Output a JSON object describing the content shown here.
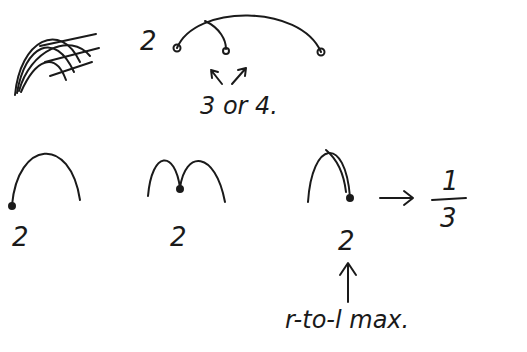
{
  "diagram": {
    "labels": [
      "2",
      "3 or 4.",
      "2",
      "2",
      "2",
      "1",
      "3",
      "r-to-l max."
    ]
  }
}
